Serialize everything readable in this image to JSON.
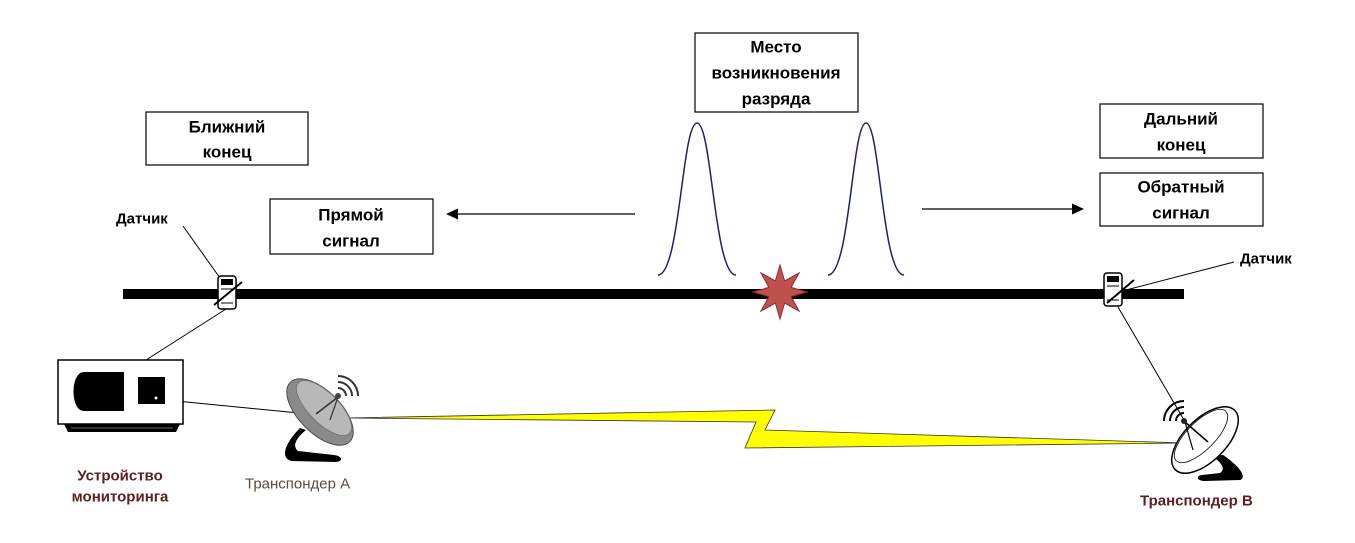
{
  "boxes": {
    "discharge_location": {
      "lines": [
        "Место",
        "возникновения",
        "разряда"
      ]
    },
    "near_end": {
      "lines": [
        "Ближний",
        "конец"
      ]
    },
    "far_end": {
      "lines": [
        "Дальний",
        "конец"
      ]
    },
    "reverse_signal": {
      "lines": [
        "Обратный",
        "сигнал"
      ]
    },
    "direct_signal": {
      "lines": [
        "Прямой",
        "сигнал"
      ]
    }
  },
  "labels": {
    "sensor_left": "Датчик",
    "sensor_right": "Датчик",
    "monitoring_device": [
      "Устройство",
      "мониторинга"
    ],
    "transponder_a": "Транспондер А",
    "transponder_b": "Транспондер В"
  },
  "colors": {
    "pulse": "#1f1f73",
    "discharge_star": "#c0504d",
    "lightning": "#ffff00",
    "device_label": "#5c1f1f",
    "transponder_a_label": "#5a4a40",
    "transponder_b_label": "#5c1f1f",
    "dish_a": "#8a8a8a",
    "dish_b": "#ffffff"
  },
  "icons": {
    "sensor": "sensor-icon",
    "monitoring_device": "monitoring-device-icon",
    "satellite_dish": "satellite-dish-icon",
    "discharge": "discharge-star-icon",
    "wireless_link": "lightning-bolt-icon",
    "signal_waves": "signal-waves-icon"
  }
}
